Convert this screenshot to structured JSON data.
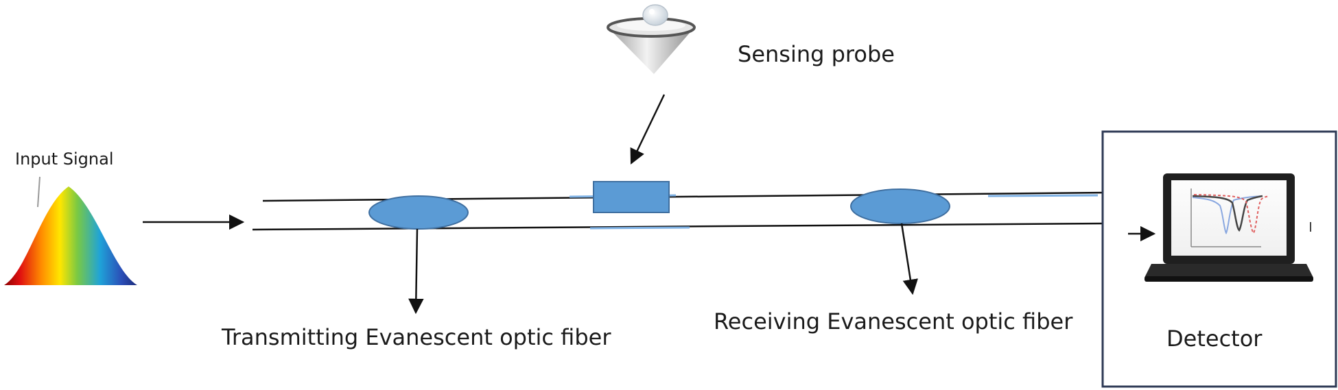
{
  "labels": {
    "input_signal": "Input Signal",
    "sensing_probe": "Sensing probe",
    "transmitting_fiber": "Transmitting Evanescent optic fiber",
    "receiving_fiber": "Receiving Evanescent optic fiber",
    "detector": "Detector"
  },
  "colors": {
    "fiber_line": "#111111",
    "coupler_fill": "#5b9bd5",
    "coupler_stroke": "#3f6fa0",
    "detector_border": "#2e3a55",
    "plot_line_red": "#e06060",
    "plot_line_blue": "#8aa8e0",
    "plot_line_dark": "#444444"
  },
  "icons": {
    "spectrum": "input-spectrum-icon",
    "probe": "sensing-probe-cone-icon",
    "laptop": "laptop-icon"
  }
}
